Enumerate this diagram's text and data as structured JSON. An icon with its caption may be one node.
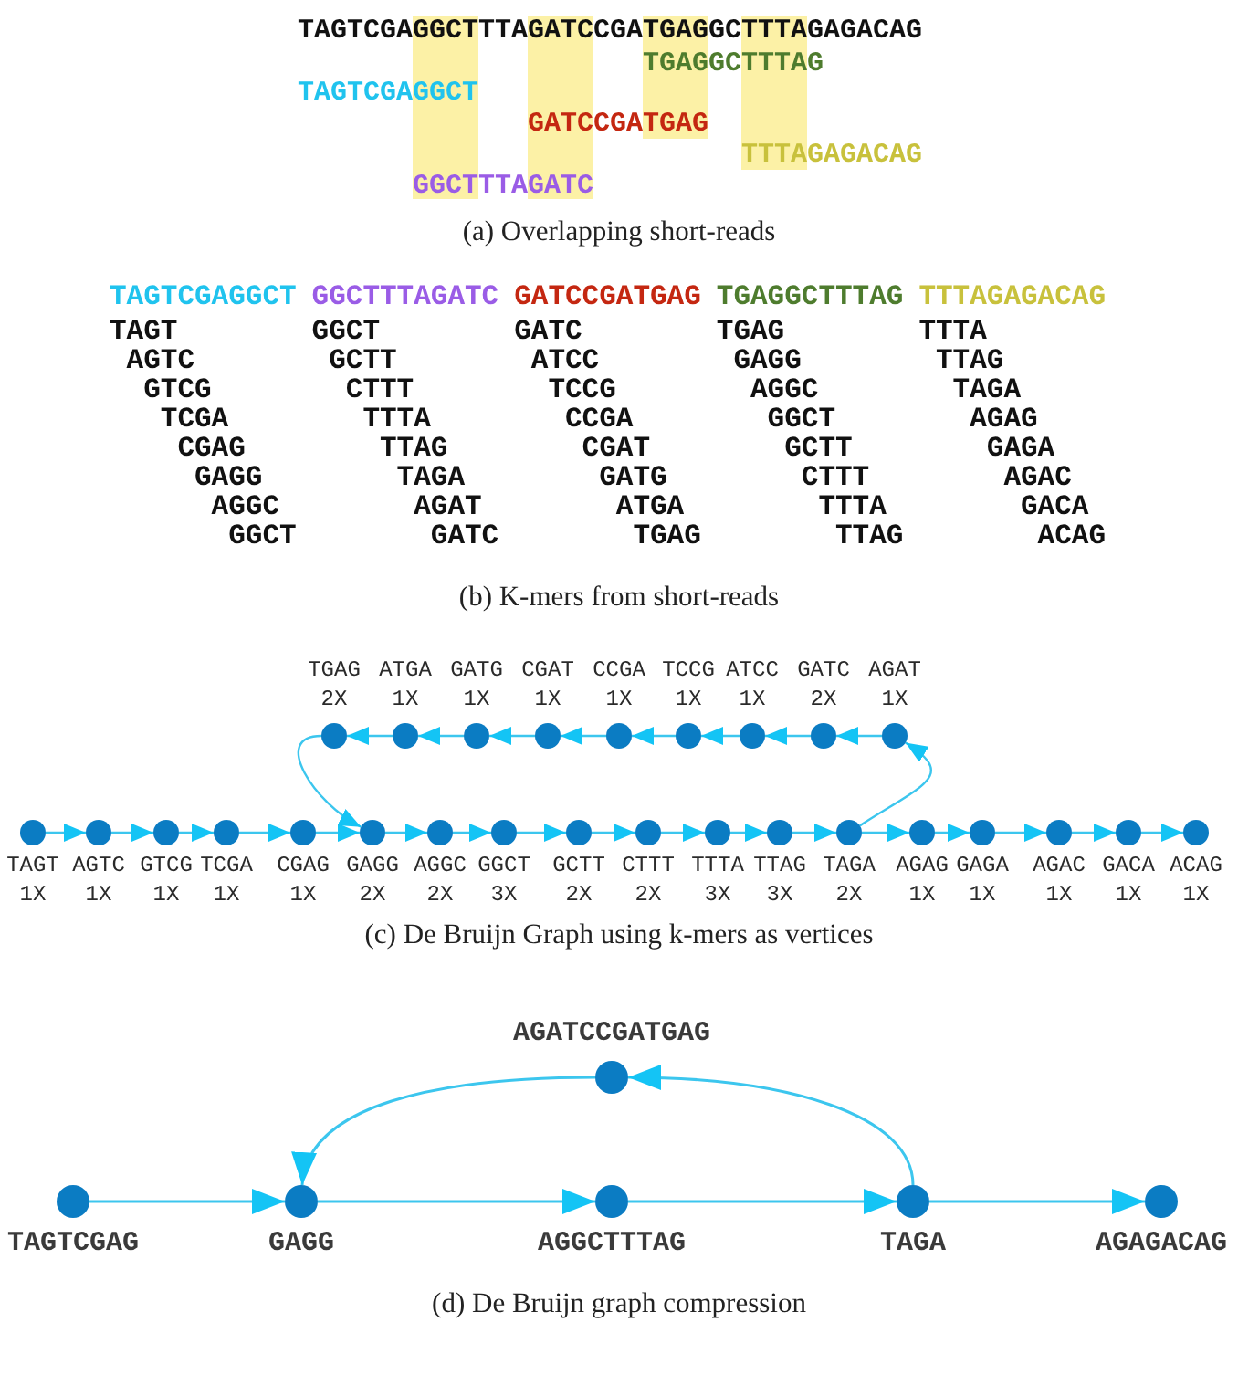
{
  "diagram": {
    "nodes": [
      {
        "text": [],
        "shape": "circle",
        "beside": [
          "TGAG",
          "2X"
        ]
      },
      {
        "text": [],
        "shape": "circle",
        "beside": [
          "ATGA",
          "1X"
        ]
      },
      {
        "text": [],
        "shape": "circle",
        "beside": [
          "GATG",
          "1X"
        ]
      },
      {
        "text": [],
        "shape": "circle",
        "beside": [
          "CGAT",
          "1X"
        ]
      },
      {
        "text": [],
        "shape": "circle",
        "beside": [
          "CCGA",
          "1X"
        ]
      },
      {
        "text": [],
        "shape": "circle",
        "beside": [
          "TCCG",
          "1X"
        ]
      },
      {
        "text": [],
        "shape": "circle",
        "beside": [
          "ATCC",
          "1X"
        ]
      },
      {
        "text": [],
        "shape": "circle",
        "beside": [
          "GATC",
          "2X"
        ]
      },
      {
        "text": [],
        "shape": "circle",
        "beside": [
          "AGAT",
          "1X"
        ]
      },
      {
        "text": [],
        "shape": "circle",
        "beside": [
          "TAGT",
          "1X"
        ]
      },
      {
        "text": [],
        "shape": "circle",
        "beside": [
          "AGTC",
          "1X"
        ]
      },
      {
        "text": [],
        "shape": "circle",
        "beside": [
          "GTCG",
          "1X"
        ]
      },
      {
        "text": [],
        "shape": "circle",
        "beside": [
          "TCGA",
          "1X"
        ]
      },
      {
        "text": [],
        "shape": "circle",
        "beside": [
          "CGAG",
          "1X"
        ]
      },
      {
        "text": [],
        "shape": "circle",
        "beside": [
          "GAGG",
          "2X"
        ]
      },
      {
        "text": [],
        "shape": "circle",
        "beside": [
          "AGGC",
          "2X"
        ]
      },
      {
        "text": [],
        "shape": "circle",
        "beside": [
          "GGCT",
          "3X"
        ]
      },
      {
        "text": [],
        "shape": "circle",
        "beside": [
          "GCTT",
          "2X"
        ]
      },
      {
        "text": [],
        "shape": "circle",
        "beside": [
          "CTTT",
          "2X"
        ]
      },
      {
        "text": [],
        "shape": "circle",
        "beside": [
          "TTTA",
          "3X"
        ]
      },
      {
        "text": [],
        "shape": "circle",
        "beside": [
          "TTAG",
          "3X"
        ]
      },
      {
        "text": [],
        "shape": "circle",
        "beside": [
          "TAGA",
          "2X"
        ]
      },
      {
        "text": [],
        "shape": "circle",
        "beside": [
          "AGAG",
          "1X"
        ]
      },
      {
        "text": [],
        "shape": "circle",
        "beside": [
          "GAGA",
          "1X"
        ]
      },
      {
        "text": [],
        "shape": "circle",
        "beside": [
          "AGAC",
          "1X"
        ]
      },
      {
        "text": [],
        "shape": "circle",
        "beside": [
          "GACA",
          "1X"
        ]
      },
      {
        "text": [],
        "shape": "circle",
        "beside": [
          "ACAG",
          "1X"
        ]
      },
      {
        "text": [],
        "shape": "circle",
        "beside": [
          "AGATCCGATGAG"
        ]
      },
      {
        "text": [],
        "shape": "circle",
        "beside": [
          "TAGTCGAG"
        ]
      },
      {
        "text": [],
        "shape": "circle",
        "beside": [
          "GAGG"
        ]
      },
      {
        "text": [],
        "shape": "circle",
        "beside": [
          "AGGCTTTAG"
        ]
      },
      {
        "text": [],
        "shape": "circle",
        "beside": [
          "TAGA"
        ]
      },
      {
        "text": [],
        "shape": "circle",
        "beside": [
          "AGAGACAG"
        ]
      }
    ],
    "edges": [
      {
        "from": 9,
        "to": 10,
        "arrow": "to"
      },
      {
        "from": 10,
        "to": 11,
        "arrow": "to"
      },
      {
        "from": 11,
        "to": 12,
        "arrow": "to"
      },
      {
        "from": 12,
        "to": 13,
        "arrow": "to"
      },
      {
        "from": 13,
        "to": 14,
        "arrow": "to"
      },
      {
        "from": 14,
        "to": 15,
        "arrow": "to"
      },
      {
        "from": 15,
        "to": 16,
        "arrow": "to"
      },
      {
        "from": 16,
        "to": 17,
        "arrow": "to"
      },
      {
        "from": 17,
        "to": 18,
        "arrow": "to"
      },
      {
        "from": 18,
        "to": 19,
        "arrow": "to"
      },
      {
        "from": 19,
        "to": 20,
        "arrow": "to"
      },
      {
        "from": 20,
        "to": 21,
        "arrow": "to"
      },
      {
        "from": 21,
        "to": 22,
        "arrow": "to"
      },
      {
        "from": 22,
        "to": 23,
        "arrow": "to"
      },
      {
        "from": 23,
        "to": 24,
        "arrow": "to"
      },
      {
        "from": 24,
        "to": 25,
        "arrow": "to"
      },
      {
        "from": 25,
        "to": 26,
        "arrow": "to"
      },
      {
        "from": 8,
        "to": 7,
        "arrow": "to"
      },
      {
        "from": 7,
        "to": 6,
        "arrow": "to"
      },
      {
        "from": 6,
        "to": 5,
        "arrow": "to"
      },
      {
        "from": 5,
        "to": 4,
        "arrow": "to"
      },
      {
        "from": 4,
        "to": 3,
        "arrow": "to"
      },
      {
        "from": 3,
        "to": 2,
        "arrow": "to"
      },
      {
        "from": 2,
        "to": 1,
        "arrow": "to"
      },
      {
        "from": 1,
        "to": 0,
        "arrow": "to"
      },
      {
        "from": 21,
        "to": 8,
        "arrow": "to"
      },
      {
        "from": 0,
        "to": 14,
        "arrow": "to"
      },
      {
        "from": 28,
        "to": 29,
        "arrow": "to"
      },
      {
        "from": 29,
        "to": 30,
        "arrow": "to"
      },
      {
        "from": 30,
        "to": 31,
        "arrow": "to"
      },
      {
        "from": 31,
        "to": 32,
        "arrow": "to"
      },
      {
        "from": 31,
        "to": 27,
        "arrow": "to"
      },
      {
        "from": 27,
        "to": 29,
        "arrow": "to"
      }
    ],
    "labels": [
      "TAGTCGAGGCTTTAGATCCGATGAGGCTTTAGAGACAG",
      "TGAGGCTTTAG",
      "TAGTCGAGGCT",
      "GATCCGATGAG",
      "TTTAGAGACAG",
      "GGCTTTAGATC",
      "(a) Overlapping short-reads",
      "TAGTCGAGGCT",
      "GGCTTTAGATC",
      "GATCCGATGAG",
      "TGAGGCTTTAG",
      "TTTAGAGACAG",
      "TAGT",
      "GGCT",
      "GATC",
      "TGAG",
      "TTTA",
      "AGTC",
      "GCTT",
      "ATCC",
      "GAGG",
      "TTAG",
      "GTCG",
      "CTTT",
      "TCCG",
      "AGGC",
      "TAGA",
      "TCGA",
      "TTTA",
      "CCGA",
      "GGCT",
      "AGAG",
      "CGAG",
      "TTAG",
      "CGAT",
      "GCTT",
      "GAGA",
      "GAGG",
      "TAGA",
      "GATG",
      "CTTT",
      "AGAC",
      "AGGC",
      "AGAT",
      "ATGA",
      "TTTA",
      "GACA",
      "GGCT",
      "GATC",
      "TGAG",
      "TTAG",
      "ACAG",
      "(b) K-mers from short-reads",
      "(c) De Bruijn Graph using k-mers as vertices",
      "(d) De Bruijn graph compression"
    ]
  }
}
